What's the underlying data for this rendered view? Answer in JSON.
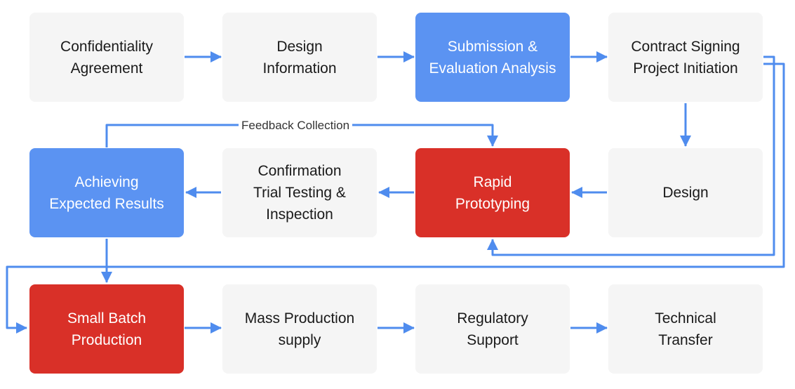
{
  "colors": {
    "arrow": "#4f8cee",
    "node_gray": "#f5f5f5",
    "node_blue": "#5b93f2",
    "node_red": "#d93028"
  },
  "nodes": {
    "confidentiality": "Confidentiality\nAgreement",
    "design_info": "Design\nInformation",
    "submission": "Submission &\nEvaluation Analysis",
    "contract": "Contract Signing\nProject Initiation",
    "design": "Design",
    "rapid": "Rapid\nPrototyping",
    "confirmation": "Confirmation\nTrial Testing &\nInspection",
    "achieving": "Achieving\nExpected Results",
    "small_batch": "Small Batch\nProduction",
    "mass": "Mass Production\nsupply",
    "regulatory": "Regulatory\nSupport",
    "technical": "Technical\nTransfer"
  },
  "labels": {
    "feedback": "Feedback Collection"
  }
}
